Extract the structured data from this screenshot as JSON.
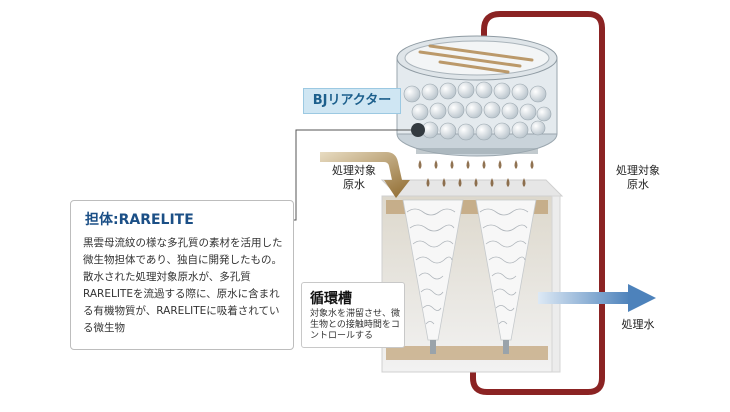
{
  "reactor": {
    "tag": "BJリアクター"
  },
  "flow_labels": {
    "inflow": "処理対象\n原水",
    "recirculation": "処理対象\n原水",
    "outflow": "処理水"
  },
  "carrier": {
    "title": "担体:RARELITE",
    "description": "黒雲母流紋の様な多孔質の素材を活用した微生物担体であり、独自に開発したもの。散水された処理対象原水が、多孔質RARELITEを流過する際に、原水に含まれる有機物質が、RARELITEに吸着されている微生物"
  },
  "tank": {
    "title": "循環槽",
    "description": "対象水を滞留させ、微生物との接触時間をコントロールする"
  },
  "colors": {
    "pipe": "#8b2323",
    "inflow_arrow": "#b2986a",
    "outflow_arrow": "#6d9bc9",
    "tag_bg": "#cfe6f3",
    "title_blue": "#1b4f86"
  }
}
